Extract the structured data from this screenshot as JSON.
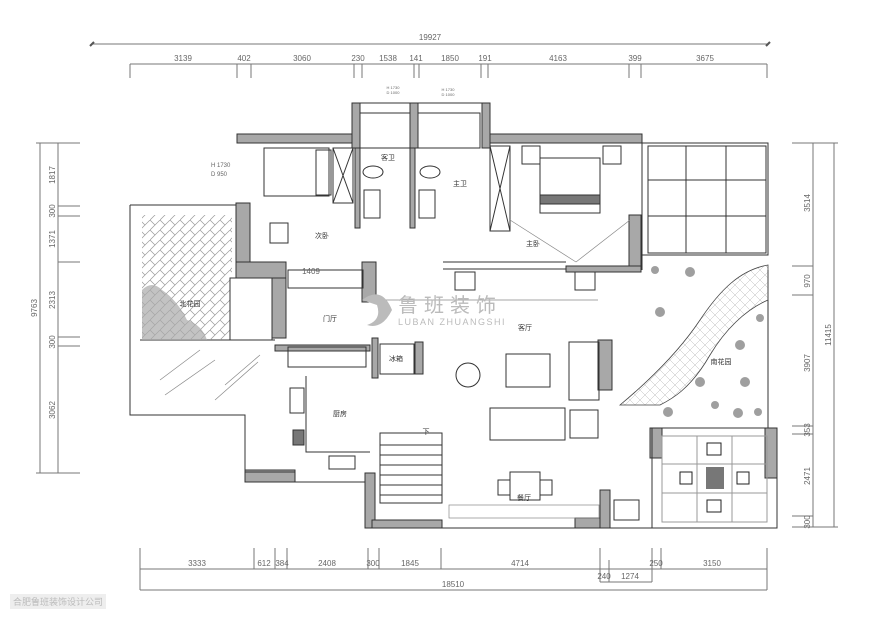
{
  "dimensions": {
    "top_total": "19927",
    "top": [
      "3139",
      "402",
      "3060",
      "230",
      "1538",
      "141",
      "1850",
      "191",
      "4163",
      "399",
      "3675"
    ],
    "bottom": [
      "3333",
      "612",
      "384",
      "2408",
      "300",
      "1845",
      "4714",
      "240",
      "1274",
      "250",
      "3150"
    ],
    "bottom_total": "18510",
    "left": [
      "1817",
      "300",
      "1371",
      "2313",
      "300",
      "3062"
    ],
    "left_total": "9763",
    "right": [
      "3514",
      "970",
      "3907",
      "353",
      "2471",
      "300"
    ],
    "right_total": "11415",
    "corridor": "1409"
  },
  "window_notes": {
    "left_h": "H 1730",
    "left_d": "D 950",
    "top1_h": "H 1730",
    "top1_d": "D 1000",
    "top2_h": "H 1730",
    "top2_d": "D 1000"
  },
  "rooms": {
    "second_bedroom": "次卧",
    "guest_bath": "客卫",
    "master_bath": "主卫",
    "master_bedroom": "主卧",
    "north_garden": "北花园",
    "foyer": "门厅",
    "living_room": "客厅",
    "fridge": "冰箱",
    "kitchen": "厨房",
    "dining": "餐厅",
    "south_garden": "南花园",
    "stairs_down": "下"
  },
  "watermark": {
    "brand_cn": "鲁班装饰",
    "brand_en": "LUBAN ZHUANGSHI"
  },
  "footer": "合肥鲁班装饰设计公司"
}
